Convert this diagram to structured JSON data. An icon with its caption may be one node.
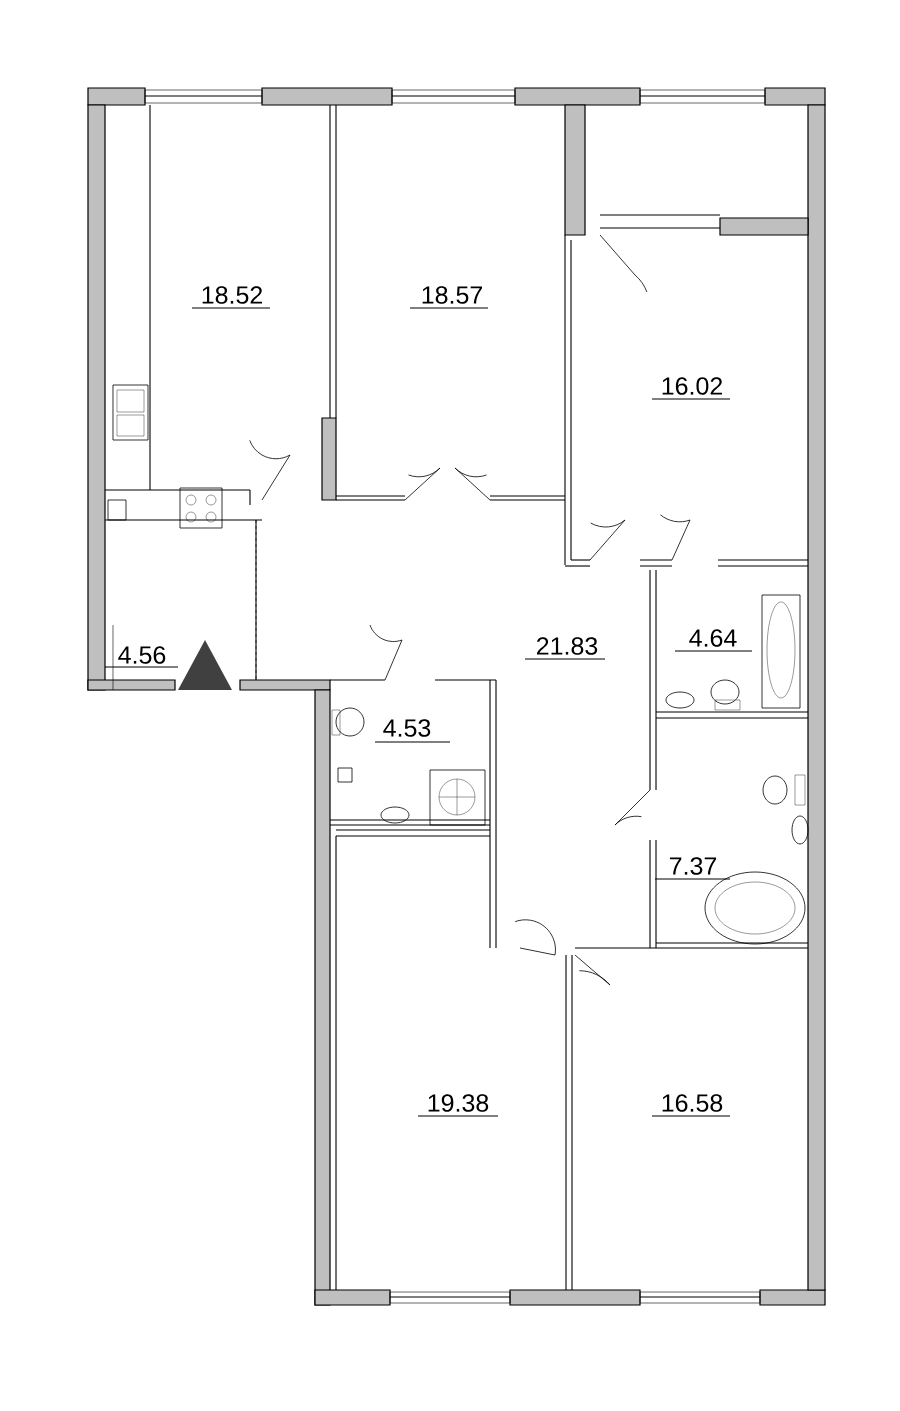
{
  "diagram": {
    "labels": [
      "18.52",
      "18.57",
      "16.02",
      "4.64",
      "21.83",
      "4.56",
      "4.53",
      "7.37",
      "19.38",
      "16.58"
    ]
  }
}
